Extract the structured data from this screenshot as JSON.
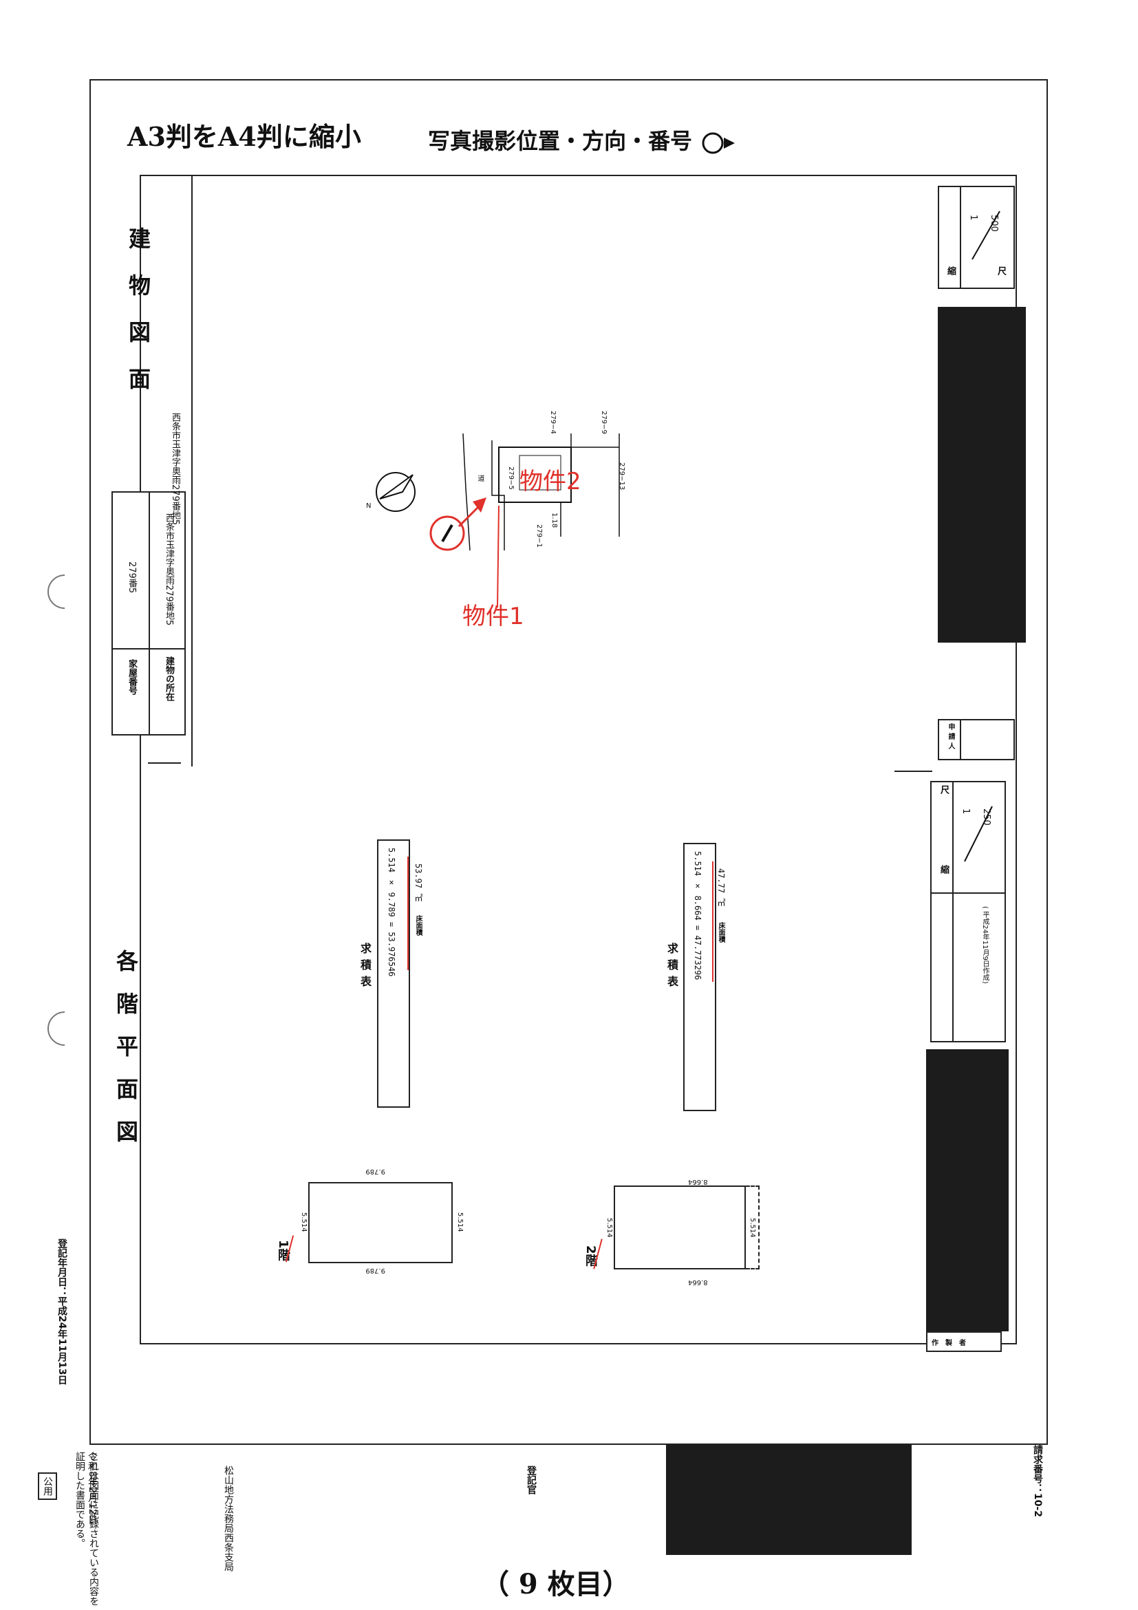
{
  "header": {
    "title": "A3判をA4判に縮小",
    "subtitle": "写真撮影位置・方向・番号"
  },
  "titles": {
    "building_plan": "建物図面",
    "floor_plan": "各階平面図"
  },
  "info": {
    "house_number_label": "家屋番号",
    "house_number_value": "279番5",
    "location_label": "建物の所在",
    "location_value": "西条市玉津字奥雨279番地5"
  },
  "scale_top": {
    "label_1": "縮",
    "label_2": "尺",
    "numerator": "1",
    "denominator": "500"
  },
  "scale_bottom": {
    "label_1": "縮",
    "label_2": "尺",
    "numerator": "1",
    "denominator": "250",
    "date": "( 平成24年11月9日作成)"
  },
  "applicant": {
    "label": "申請人"
  },
  "maker": {
    "label": "作製者"
  },
  "site": {
    "road_label": "道",
    "lots": [
      "279−4",
      "279−9",
      "279−5",
      "279−13",
      "279−1",
      "1.18"
    ],
    "annotation_2": "物件2",
    "annotation_1": "物件1",
    "north": "N"
  },
  "area_table_1": {
    "title": "求積表",
    "formula": "5.514 × 9.789 = 53.976546",
    "result_label": "床面積",
    "result": "53.97 ㎡"
  },
  "area_table_2": {
    "title": "求積表",
    "formula": "5.514 × 8.664 = 47.773296",
    "result_label": "床面積",
    "result": "47.77 ㎡"
  },
  "floor_1": {
    "label": "1階",
    "dim_long": "9.789",
    "dim_short": "5.514"
  },
  "floor_2": {
    "label": "2階",
    "dim_long": "8.664",
    "dim_short": "5.514"
  },
  "margin": {
    "registration_date": "登記年月日：平成24年11月13日",
    "certify_line_1": "これは図面に記録されている内容を証明した書面である。",
    "certify_line_2": "令和8年2月12日",
    "office": "松山地方法務局西条支局",
    "officer": "登記官",
    "public_label": "公用",
    "request_number": "請求番号：10-2",
    "page_count": "（ 9 枚目）"
  }
}
